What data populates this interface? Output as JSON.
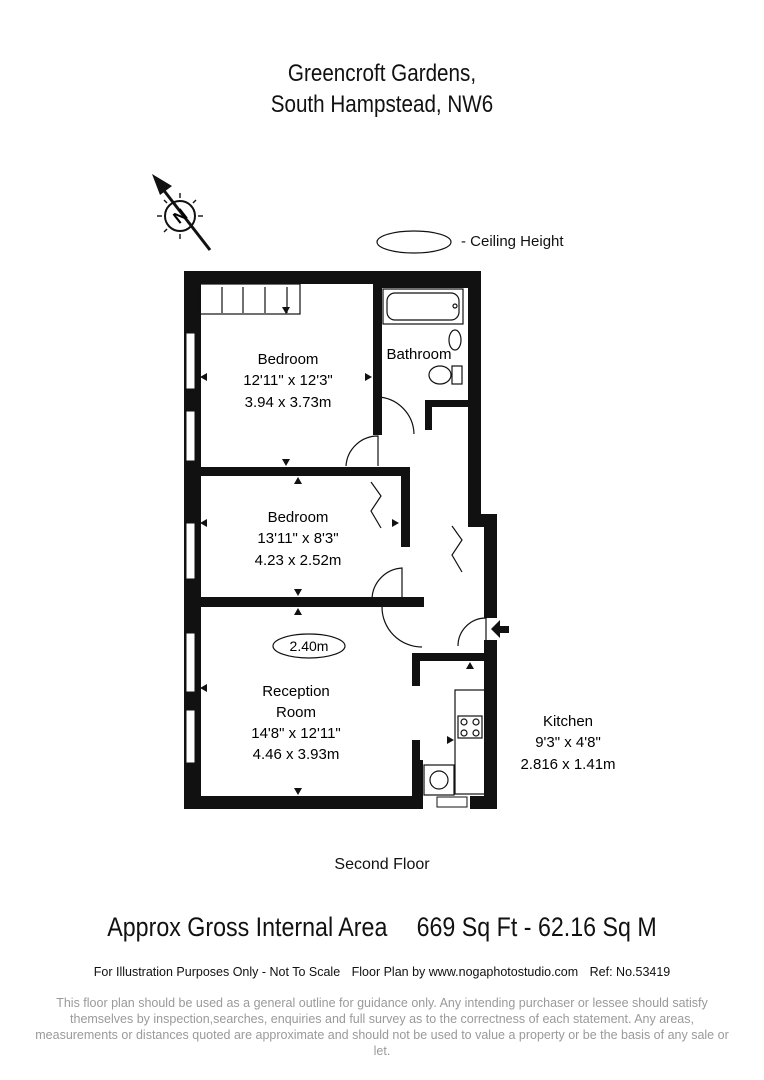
{
  "header": {
    "line1": "Greencroft Gardens,",
    "line2": "South Hampstead, NW6"
  },
  "compass": {
    "letter": "N"
  },
  "legend": {
    "label": "- Ceiling Height"
  },
  "rooms": {
    "bedroom1": {
      "name": "Bedroom",
      "imperial": "12'11\" x 12'3\"",
      "metric": "3.94 x 3.73m"
    },
    "bathroom": {
      "name": "Bathroom"
    },
    "bedroom2": {
      "name": "Bedroom",
      "imperial": "13'11\" x 8'3\"",
      "metric": "4.23 x 2.52m"
    },
    "reception": {
      "name_line1": "Reception",
      "name_line2": "Room",
      "imperial": "14'8\" x 12'11\"",
      "metric": "4.46 x 3.93m",
      "ceiling_height": "2.40m"
    },
    "kitchen": {
      "name": "Kitchen",
      "imperial": "9'3\" x 4'8\"",
      "metric": "2.816 x 1.41m"
    }
  },
  "floor": {
    "name": "Second Floor"
  },
  "area": {
    "label": "Approx Gross Internal Area",
    "sqft": "669 Sq Ft",
    "separator": "-",
    "sqm": "62.16 Sq M"
  },
  "credits": {
    "illustration": "For Illustration Purposes Only - Not To Scale",
    "plan_by": "Floor Plan by www.nogaphotostudio.com",
    "ref": "Ref: No.53419"
  },
  "disclaimer": "This floor plan should be used as a general outline for guidance only. Any intending purchaser or lessee should satisfy themselves by inspection,searches, enquiries and full survey as to the correctness of each statement. Any areas, measurements or distances quoted are approximate and should not be used to value a property or be the basis of any sale or let."
}
